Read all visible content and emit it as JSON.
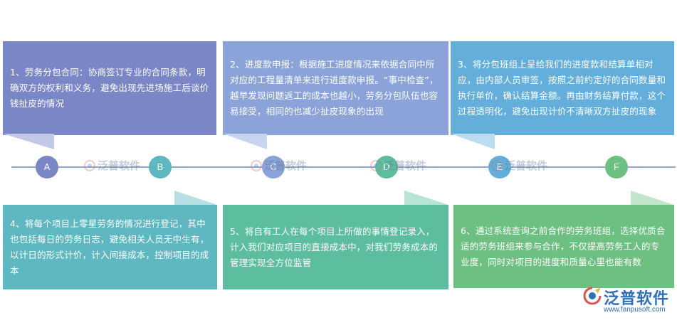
{
  "items": [
    {
      "letter": "A",
      "text": "1、劳务分包合同：协商签订专业的合同条款，明确双方的权利和义务，避免出现先进场施工后谈价钱扯皮的情况",
      "color": "#7b86c6"
    },
    {
      "letter": "B",
      "text": "4、将每个项目上零星劳务的情况进行登记，其中也包括每日的劳务日志，避免相关人员无中生有，以计日的形式计价，计入间接成本，控制项目的成本",
      "color": "#5fb7c1"
    },
    {
      "letter": "C",
      "text": "2、进度款申报：根据施工进度情况来依据合同中所对应的工程量清单来进行进度款申报。“事中检查”，越早发现问题返工的成本也越小，劳务分包队伍也容易接受，相同的也减少扯皮现象的出现",
      "color": "#8ba3d9"
    },
    {
      "letter": "D",
      "text": "5、将自有工人在每个项目上所做的事情登记录入，计入我们对应项目的直接成本中，对我们劳务成本的管理实现全方位监管",
      "color": "#5dbd9f"
    },
    {
      "letter": "E",
      "text": "3、将分包班组上呈给我们的进度款和结算单相对应，由内部人员审签，按照之前约定好的合同数量和执行单价，确认结算金额。再由财务结算付款，这个过程透明化，避免出现计价不清晰双方扯皮的现象",
      "color": "#63aedb"
    },
    {
      "letter": "F",
      "text": "6、通过系统查询之前合作的劳务班组，选择优质合适的劳务班组来参与合作，不仅提高劳务工人的专业度，同时对项目的进度和质量心里也能有数",
      "color": "#6ebf82"
    }
  ],
  "watermark": "泛普软件",
  "logo": {
    "name": "泛普软件",
    "url": "www.fanpusoft.com"
  }
}
